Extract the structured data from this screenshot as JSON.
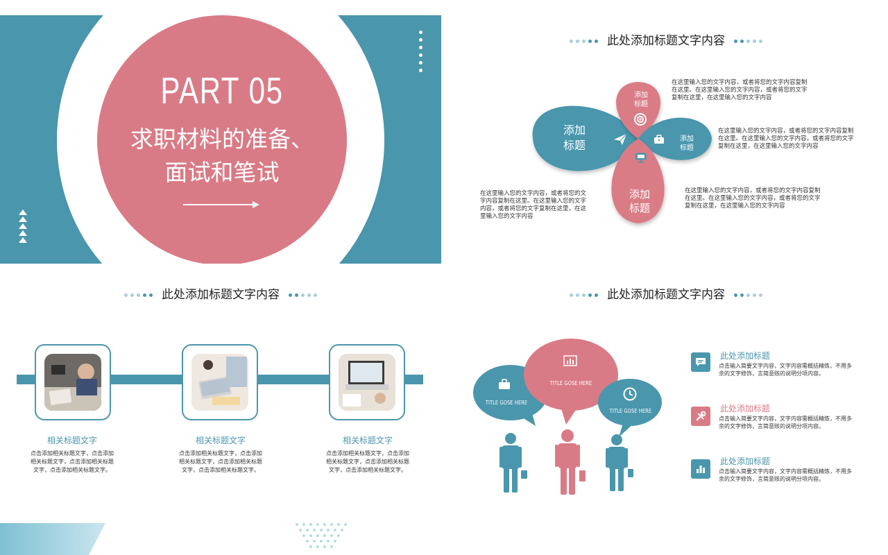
{
  "colors": {
    "teal": "#4a96ad",
    "pink": "#d97b86",
    "light_teal": "#a9cdd8",
    "white": "#ffffff"
  },
  "cover": {
    "part": "PART 05",
    "subtitle_line1": "求职材料的准备、",
    "subtitle_line2": "面试和笔试"
  },
  "petal_slide": {
    "title": "此处添加标题文字内容",
    "petals": [
      {
        "label_line1": "添加",
        "label_line2": "标题",
        "icon": "paper-plane-icon"
      },
      {
        "label_line1": "添加",
        "label_line2": "标题",
        "icon": "target-icon"
      },
      {
        "label_line1": "添加",
        "label_line2": "标题",
        "icon": "briefcase-icon"
      },
      {
        "label_line1": "添加",
        "label_line2": "标题",
        "icon": "monitor-icon"
      }
    ],
    "texts": [
      {
        "lines": [
          "在这里输入您的文字内容，或者将您的文字内容复制",
          "在这里。在这里输入您的文字内容，或者将您的文字",
          "复制在这里，在这里输入您的文字内容"
        ]
      },
      {
        "lines": [
          "在这里输入您的文字内容，或者将您的文字内容复制",
          "在这里。在这里输入您的文字内容，或者将您的文字",
          "复制在这里，在这里输入您的文字内容"
        ]
      },
      {
        "lines": [
          "在这里输入您的文字内容，或者将您的文字内容复制",
          "在这里。在这里输入您的文字内容，或者将您的文字",
          "复制在这里，在这里输入您的文字内容"
        ]
      },
      {
        "lines": [
          "在这里输入您的文字内容，或者将您的文",
          "字内容复制在这里。在这里输入您的文字",
          "内容，或者将您的文字复制在这里，在这",
          "里输入您的文字内容"
        ]
      }
    ]
  },
  "timeline_slide": {
    "title": "此处添加标题文字内容",
    "items": [
      {
        "heading": "相关标题文字",
        "desc_lines": [
          "点击添加相关标题文字，点击添加",
          "相关标题文字，点击添加相关标题",
          "文字，点击添加相关标题文字。"
        ]
      },
      {
        "heading": "相关标题文字",
        "desc_lines": [
          "点击添加相关标题文字，点击添加",
          "相关标题文字，点击添加相关标题",
          "文字，点击添加相关标题文字。"
        ]
      },
      {
        "heading": "相关标题文字",
        "desc_lines": [
          "点击添加相关标题文字，点击添加",
          "相关标题文字，点击添加相关标题",
          "文字，点击添加相关标题文字。"
        ]
      }
    ]
  },
  "bubbles_slide": {
    "title": "此处添加标题文字内容",
    "bubbles": [
      {
        "label": "TITLE GOSE HERE",
        "icon": "briefcase-icon"
      },
      {
        "label": "TITLE GOSE HERE",
        "icon": "bar-chart-icon"
      },
      {
        "label": "TITLE GOSE HERE",
        "icon": "clock-icon"
      }
    ],
    "items": [
      {
        "title": "此处添加标题",
        "lines": [
          "点击输入简要文字内容，文字内容需概括精炼，不用多",
          "余的文字修饰，言简意赅的说明分项内容。"
        ],
        "icon": "message-icon",
        "color": "#4a96ad"
      },
      {
        "title": "此处添加标题",
        "lines": [
          "点击输入简要文字内容，文字内容需概括精炼，不用多",
          "余的文字修饰，言简意赅的说明分项内容。"
        ],
        "icon": "tools-icon",
        "color": "#d97b86"
      },
      {
        "title": "此处添加标题",
        "lines": [
          "点击输入简要文字内容，文字内容需概括精炼，不用多",
          "余的文字修饰，言简意赅的说明分项内容。"
        ],
        "icon": "bar-chart-icon",
        "color": "#4a96ad"
      }
    ]
  }
}
